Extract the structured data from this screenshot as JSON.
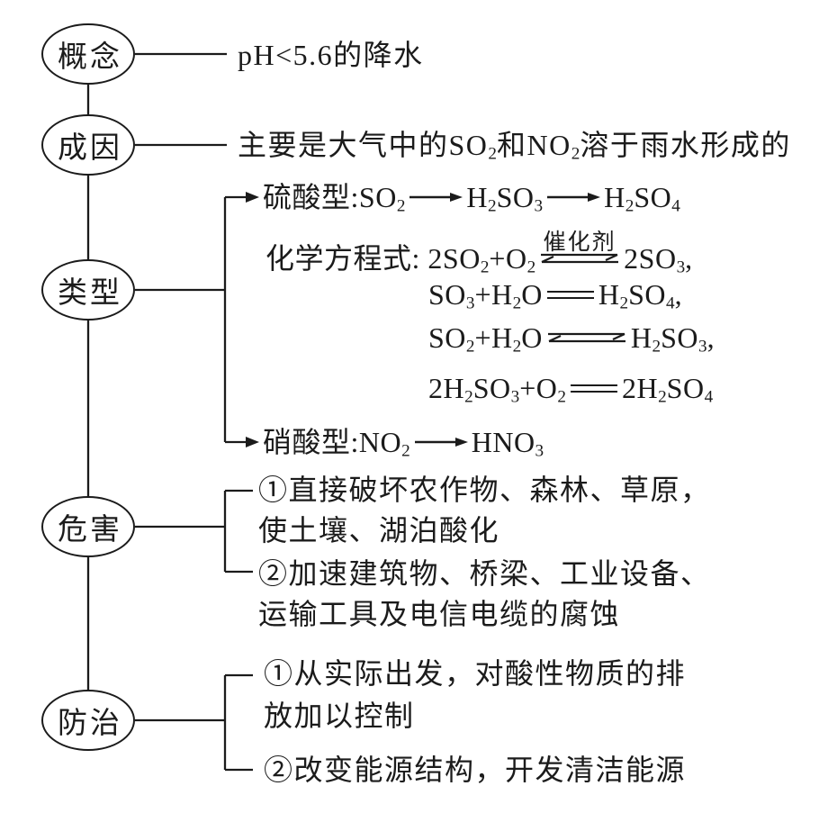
{
  "colors": {
    "ink": "#1b1b1b",
    "background": "#ffffff"
  },
  "nodes": {
    "concept": "概念",
    "cause": "成因",
    "types": "类型",
    "harms": "危害",
    "prevention": "防治"
  },
  "concept": {
    "text": "pH<5.6的降水"
  },
  "cause": {
    "segments": [
      [
        "t",
        "主要是大气中的SO"
      ],
      [
        "s",
        "2"
      ],
      [
        "t",
        "和NO"
      ],
      [
        "s",
        "2"
      ],
      [
        "t",
        "溶于雨水形成的"
      ]
    ]
  },
  "types": {
    "sulfuric": {
      "segments": [
        [
          "t",
          "硫酸型:SO"
        ],
        [
          "s",
          "2"
        ],
        [
          "ar"
        ],
        [
          "t",
          "H"
        ],
        [
          "s",
          "2"
        ],
        [
          "t",
          "SO"
        ],
        [
          "s",
          "3"
        ],
        [
          "ar"
        ],
        [
          "t",
          "H"
        ],
        [
          "s",
          "2"
        ],
        [
          "t",
          "SO"
        ],
        [
          "s",
          "4"
        ]
      ]
    },
    "equation1": {
      "segments": [
        [
          "t",
          "化学方程式: 2SO"
        ],
        [
          "s",
          "2"
        ],
        [
          "t",
          "+O"
        ],
        [
          "s",
          "2"
        ],
        [
          "req",
          "催化剂"
        ],
        [
          "t",
          "2SO"
        ],
        [
          "s",
          "3"
        ],
        [
          "t",
          ","
        ]
      ]
    },
    "equation2": {
      "segments": [
        [
          "t",
          "SO"
        ],
        [
          "s",
          "3"
        ],
        [
          "t",
          "+H"
        ],
        [
          "s",
          "2"
        ],
        [
          "t",
          "O"
        ],
        [
          "deq"
        ],
        [
          "t",
          "H"
        ],
        [
          "s",
          "2"
        ],
        [
          "t",
          "SO"
        ],
        [
          "s",
          "4"
        ],
        [
          "t",
          ","
        ]
      ]
    },
    "equation3": {
      "segments": [
        [
          "t",
          "SO"
        ],
        [
          "s",
          "2"
        ],
        [
          "t",
          "+H"
        ],
        [
          "s",
          "2"
        ],
        [
          "t",
          "O"
        ],
        [
          "req"
        ],
        [
          "t",
          "H"
        ],
        [
          "s",
          "2"
        ],
        [
          "t",
          "SO"
        ],
        [
          "s",
          "3"
        ],
        [
          "t",
          ","
        ]
      ]
    },
    "equation4": {
      "segments": [
        [
          "t",
          "2H"
        ],
        [
          "s",
          "2"
        ],
        [
          "t",
          "SO"
        ],
        [
          "s",
          "3"
        ],
        [
          "t",
          "+O"
        ],
        [
          "s",
          "2"
        ],
        [
          "deq"
        ],
        [
          "t",
          "2H"
        ],
        [
          "s",
          "2"
        ],
        [
          "t",
          "SO"
        ],
        [
          "s",
          "4"
        ]
      ]
    },
    "nitric": {
      "segments": [
        [
          "t",
          "硝酸型:NO"
        ],
        [
          "s",
          "2"
        ],
        [
          "ar"
        ],
        [
          "t",
          "HNO"
        ],
        [
          "s",
          "3"
        ]
      ]
    }
  },
  "harms": {
    "item1_line1": "①直接破坏农作物、森林、草原，",
    "item1_line2": "使土壤、湖泊酸化",
    "item2_line1": "②加速建筑物、桥梁、工业设备、",
    "item2_line2": "运输工具及电信电缆的腐蚀"
  },
  "prevention": {
    "item1_line1": "①从实际出发，对酸性物质的排",
    "item1_line2": "放加以控制",
    "item2": "②改变能源结构，开发清洁能源"
  }
}
